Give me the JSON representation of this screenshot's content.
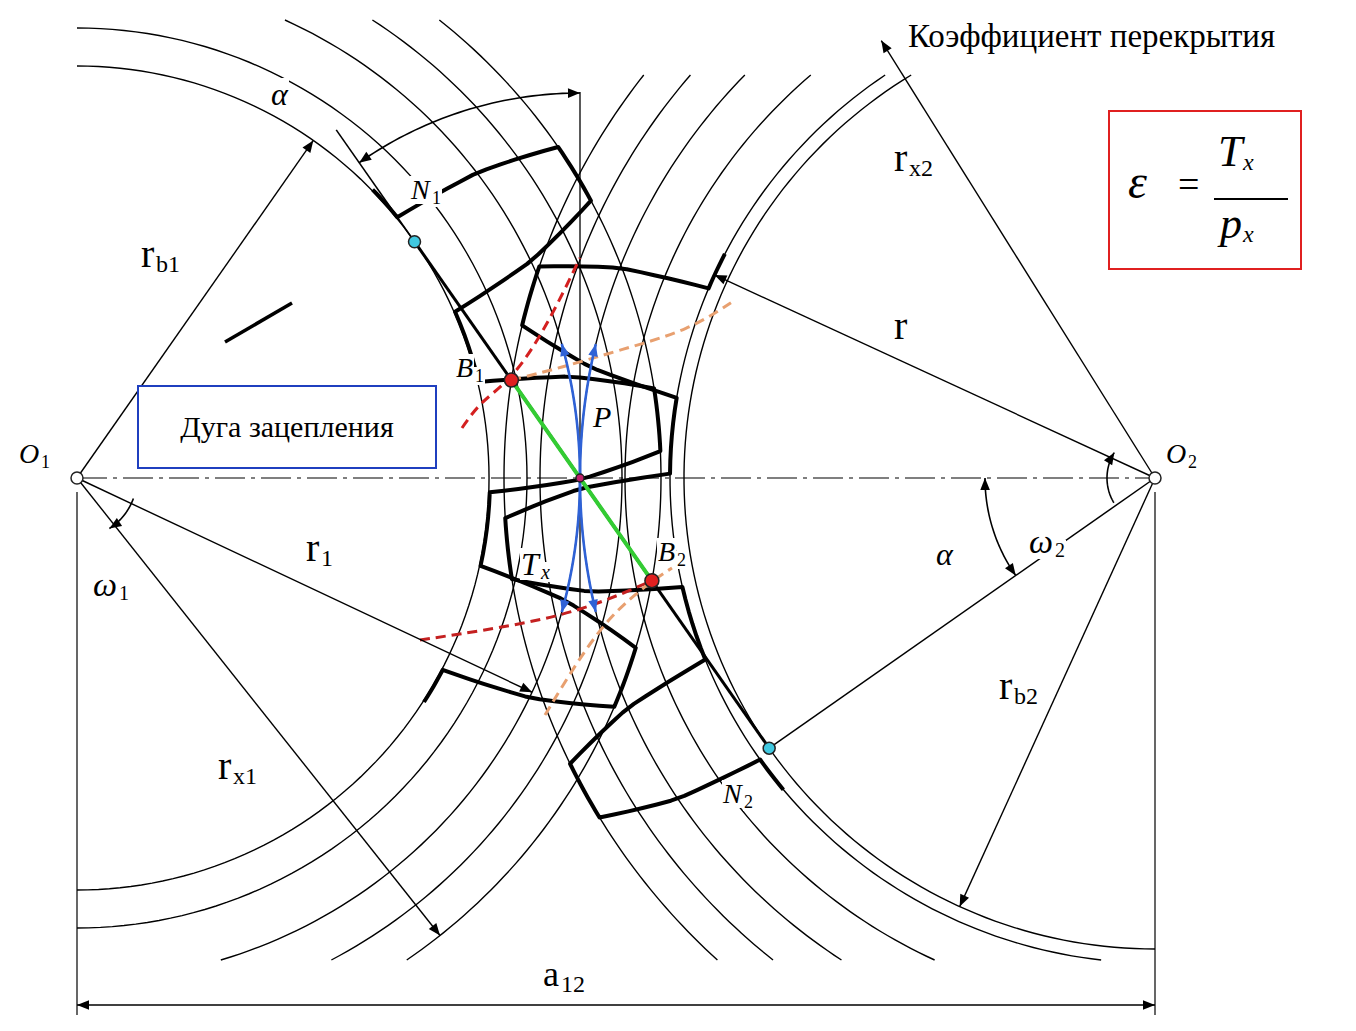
{
  "diagram": {
    "nodes": [
      {
        "text": [
          "Дуга зацепления"
        ]
      },
      {
        "text": [
          "Коэффициент перекрытия",
          "ε",
          "=",
          "T",
          "x",
          "p",
          "x"
        ]
      }
    ],
    "labels": [
      "α",
      "N",
      "1",
      "r",
      "x2",
      "r",
      "B",
      "1",
      "P",
      "O",
      "1",
      "O",
      "2",
      "ω",
      "2",
      "α",
      "ω",
      "1",
      "r",
      "1",
      "T",
      "x",
      "B",
      "2",
      "r",
      "b1",
      "r",
      "b2",
      "r",
      "x1",
      "N",
      "2",
      "a",
      "12"
    ]
  }
}
